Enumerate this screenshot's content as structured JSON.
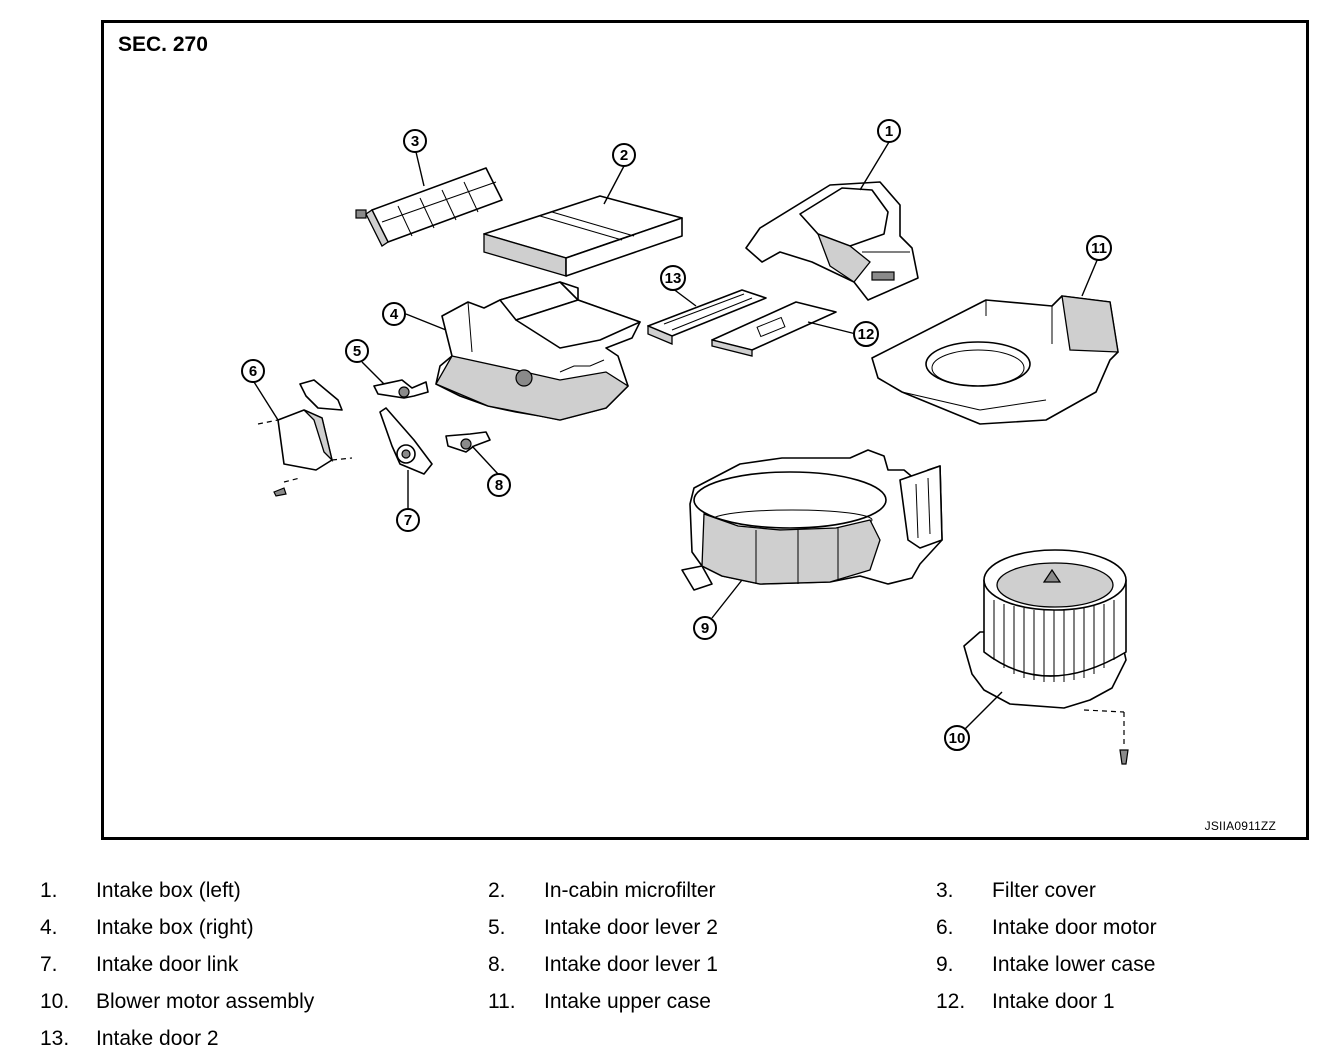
{
  "diagram": {
    "section_label": "SEC. 270",
    "figure_code": "JSIIA0911ZZ",
    "callouts": [
      "1",
      "2",
      "3",
      "4",
      "5",
      "6",
      "7",
      "8",
      "9",
      "10",
      "11",
      "12",
      "13"
    ]
  },
  "legend": [
    {
      "num": "1.",
      "text": "Intake box (left)"
    },
    {
      "num": "2.",
      "text": "In-cabin microfilter"
    },
    {
      "num": "3.",
      "text": "Filter cover"
    },
    {
      "num": "4.",
      "text": "Intake box (right)"
    },
    {
      "num": "5.",
      "text": "Intake door lever 2"
    },
    {
      "num": "6.",
      "text": "Intake door motor"
    },
    {
      "num": "7.",
      "text": "Intake door link"
    },
    {
      "num": "8.",
      "text": "Intake door lever 1"
    },
    {
      "num": "9.",
      "text": "Intake lower case"
    },
    {
      "num": "10.",
      "text": "Blower motor assembly"
    },
    {
      "num": "11.",
      "text": "Intake upper case"
    },
    {
      "num": "12.",
      "text": "Intake door 1"
    },
    {
      "num": "13.",
      "text": "Intake door 2"
    }
  ]
}
